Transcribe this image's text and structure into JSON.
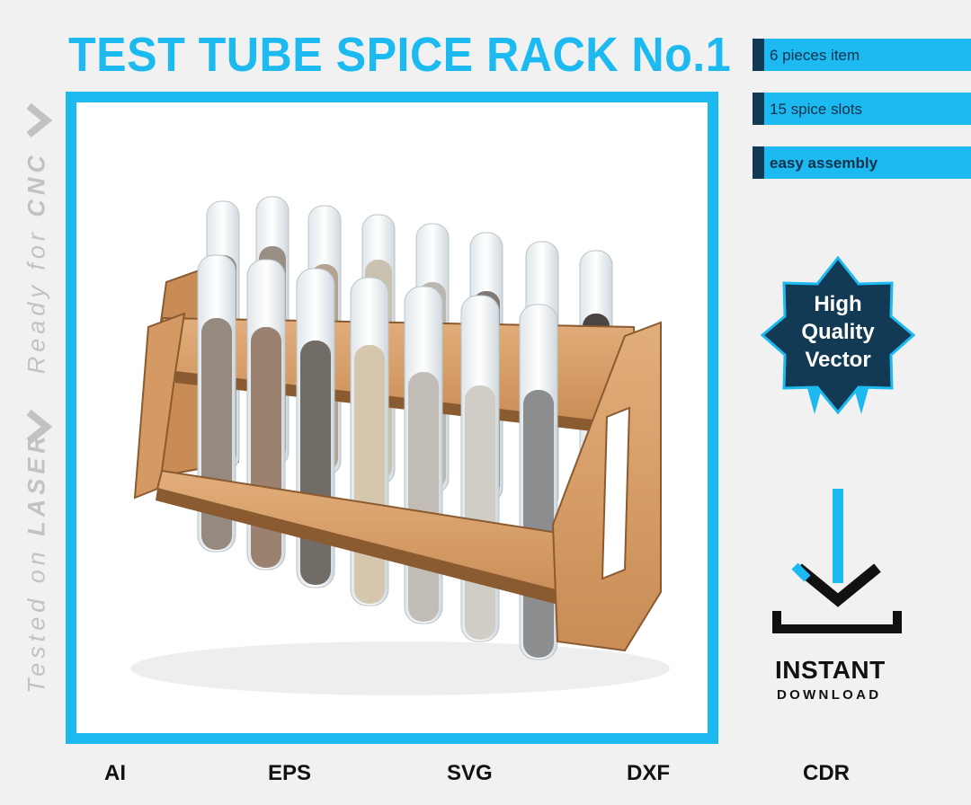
{
  "title": "TEST TUBE SPICE RACK No.1",
  "side_label": {
    "tested_prefix": "Tested on ",
    "tested_strong": "LASER",
    "ready_prefix": "Ready  for  ",
    "ready_strong": "CNC"
  },
  "features": [
    "6 pieces item",
    "15 spice slots",
    "easy assembly"
  ],
  "badge": {
    "line1": "High",
    "line2": "Quality",
    "line3": "Vector"
  },
  "download": {
    "instant": "INSTANT",
    "label": "DOWNLOAD"
  },
  "formats": [
    "AI",
    "EPS",
    "SVG",
    "DXF",
    "CDR"
  ],
  "image": {
    "subject": "wooden test tube spice rack with filled glass tubes",
    "icon": "spice-rack-illustration"
  },
  "colors": {
    "accent": "#1cbaf0",
    "dark_navy": "#123a55",
    "badge": "#123a55",
    "wood": "#d9a26c"
  }
}
